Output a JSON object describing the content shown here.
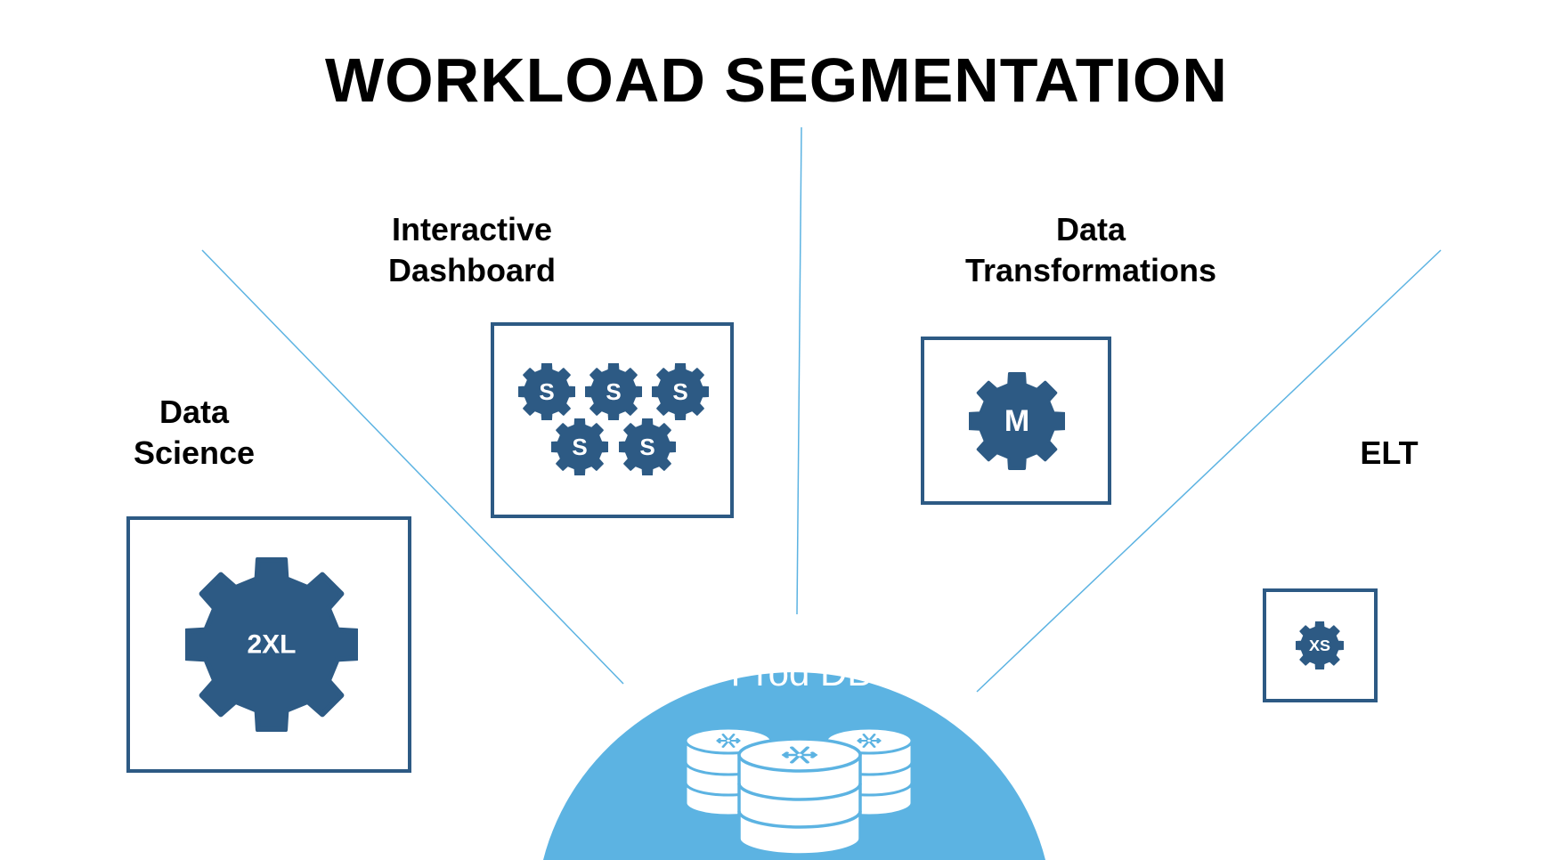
{
  "title": "WORKLOAD SEGMENTATION",
  "categories": {
    "data_science": {
      "line1": "Data",
      "line2": "Science",
      "gear_label": "2XL"
    },
    "interactive_dashboard": {
      "line1": "Interactive",
      "line2": "Dashboard",
      "gear_label": "S"
    },
    "data_transformations": {
      "line1": "Data",
      "line2": "Transformations",
      "gear_label": "M"
    },
    "elt": {
      "line1": "ELT",
      "gear_label": "XS"
    }
  },
  "database": {
    "label": "Prod DB",
    "icon": "snowflake-database-icon"
  },
  "colors": {
    "gear": "#2d5a84",
    "box_border": "#2d5a84",
    "dome": "#5cb3e2",
    "lines": "#5cb3e2"
  }
}
